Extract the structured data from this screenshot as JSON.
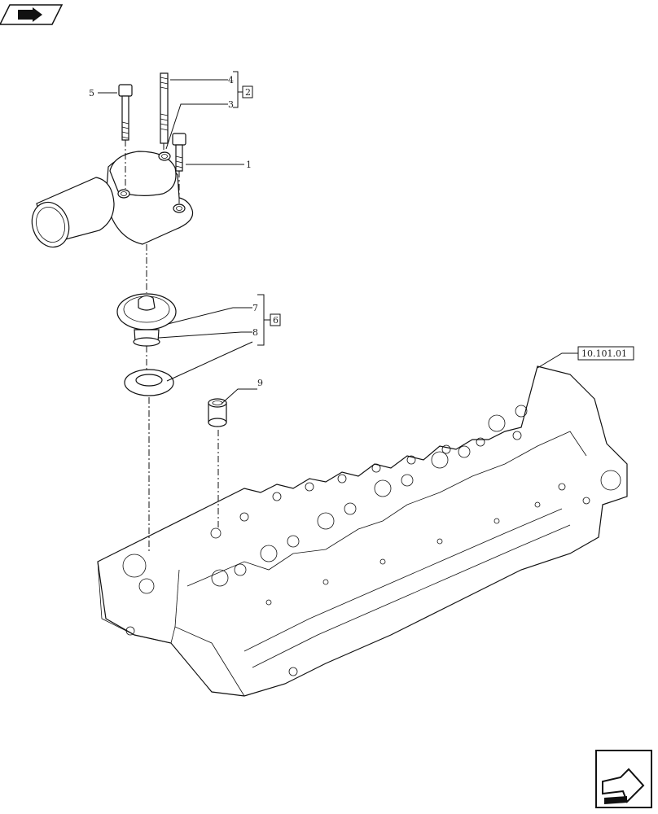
{
  "diagram": {
    "callouts": [
      {
        "id": "1",
        "text": "1"
      },
      {
        "id": "2",
        "text": "2"
      },
      {
        "id": "3",
        "text": "3"
      },
      {
        "id": "4",
        "text": "4"
      },
      {
        "id": "5",
        "text": "5"
      },
      {
        "id": "6",
        "text": "6"
      },
      {
        "id": "7",
        "text": "7"
      },
      {
        "id": "8",
        "text": "8"
      },
      {
        "id": "9",
        "text": "9"
      }
    ],
    "reference_tag": "10.101.01"
  },
  "icons": {
    "top_left": "book-arrow-icon",
    "bottom_right": "next-page-arrow-icon"
  }
}
